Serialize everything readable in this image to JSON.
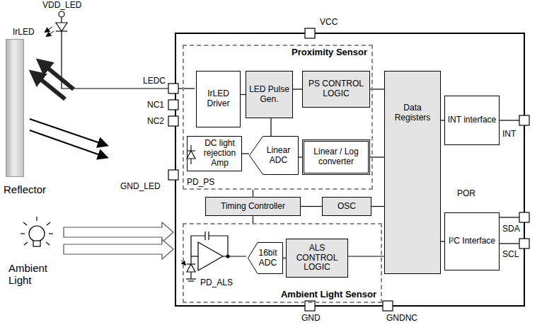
{
  "diagram": {
    "nodes": [
      {
        "text": [
          "Reflector"
        ]
      },
      {
        "text": [
          "Proximity Sensor"
        ]
      },
      {
        "text": [
          "IrLED Driver"
        ],
        "in": 1
      },
      {
        "text": [
          "LED Pulse Gen."
        ],
        "in": 1
      },
      {
        "text": [
          "PS CONTROL LOGIC"
        ],
        "in": 1
      },
      {
        "text": [
          "DC light rejection Amp"
        ],
        "in": 1
      },
      {
        "text": [
          "Linear ADC"
        ],
        "in": 1
      },
      {
        "text": [
          "Linear / Log converter"
        ],
        "in": 1
      },
      {
        "text": [
          "Data Registers"
        ]
      },
      {
        "text": [
          "INT interface"
        ]
      },
      {
        "text": [
          "I²C Interface"
        ]
      },
      {
        "text": [
          "Timing Controller"
        ]
      },
      {
        "text": [
          "OSC"
        ]
      },
      {
        "text": [
          "Ambient Light Sensor"
        ]
      },
      {
        "text": [
          "16bit ADC"
        ],
        "in": 13
      },
      {
        "text": [
          "ALS CONTROL LOGIC"
        ],
        "in": 13
      }
    ],
    "edges": [
      {
        "from": 2,
        "to": 3,
        "arrow": "none"
      },
      {
        "from": 3,
        "to": 4,
        "arrow": "none"
      },
      {
        "from": 5,
        "to": 6,
        "arrow": "none"
      },
      {
        "from": 6,
        "to": 7,
        "arrow": "none"
      },
      {
        "from": 6,
        "to": 3,
        "arrow": "none"
      },
      {
        "from": 4,
        "to": 8,
        "arrow": "none"
      },
      {
        "from": 7,
        "to": 8,
        "arrow": "none"
      },
      {
        "from": 8,
        "to": 9,
        "arrow": "none"
      },
      {
        "from": 8,
        "to": 10,
        "arrow": "none"
      },
      {
        "from": 12,
        "to": 8,
        "arrow": "none"
      },
      {
        "from": 11,
        "to": 12,
        "arrow": "none"
      },
      {
        "from": 11,
        "to": 1,
        "arrow": "none"
      },
      {
        "from": 11,
        "to": 13,
        "arrow": "none"
      },
      {
        "from": 14,
        "to": 15,
        "arrow": "none"
      },
      {
        "from": 15,
        "to": 8,
        "arrow": "none"
      }
    ],
    "labels": [
      "VDD_LED",
      "IrLED",
      "LEDC",
      "NC1",
      "NC2",
      "GND_LED",
      "VCC",
      "INT",
      "SDA",
      "SCL",
      "GND",
      "GNDNC",
      "PD_PS",
      "PD_ALS",
      "POR",
      "Ambient Light"
    ]
  }
}
